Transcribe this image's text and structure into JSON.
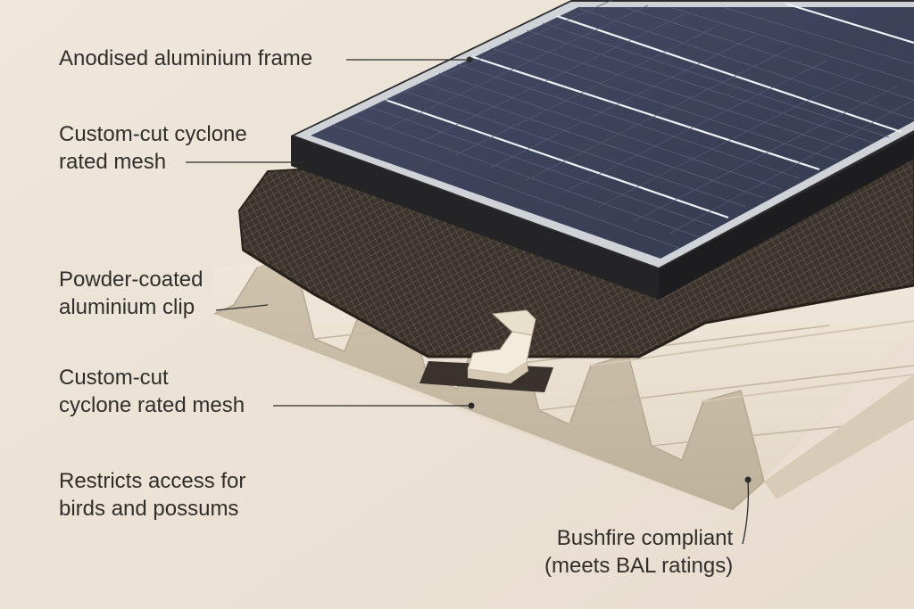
{
  "diagram": {
    "labels": [
      {
        "id": "frame",
        "lines": [
          "Anodised aluminium frame"
        ]
      },
      {
        "id": "mesh-top",
        "lines": [
          "Custom-cut cyclone",
          "rated mesh"
        ]
      },
      {
        "id": "clip",
        "lines": [
          "Powder-coated",
          "aluminium clip"
        ]
      },
      {
        "id": "mesh-lower",
        "lines": [
          "Custom-cut",
          "cyclone rated mesh"
        ]
      },
      {
        "id": "restricts",
        "lines": [
          "Restricts access for",
          "birds and possums"
        ]
      },
      {
        "id": "bushfire",
        "lines": [
          "Bushfire compliant",
          "(meets BAL ratings)"
        ]
      }
    ]
  },
  "colors": {
    "background": "#ede4d8",
    "solar_panel": "#3d4257",
    "panel_frame": "#2b2b2d",
    "mesh": "#3a332c",
    "roof_sheet": "#e6dccb",
    "clip": "#f1e7d6",
    "label_text": "#2f2e2b"
  }
}
